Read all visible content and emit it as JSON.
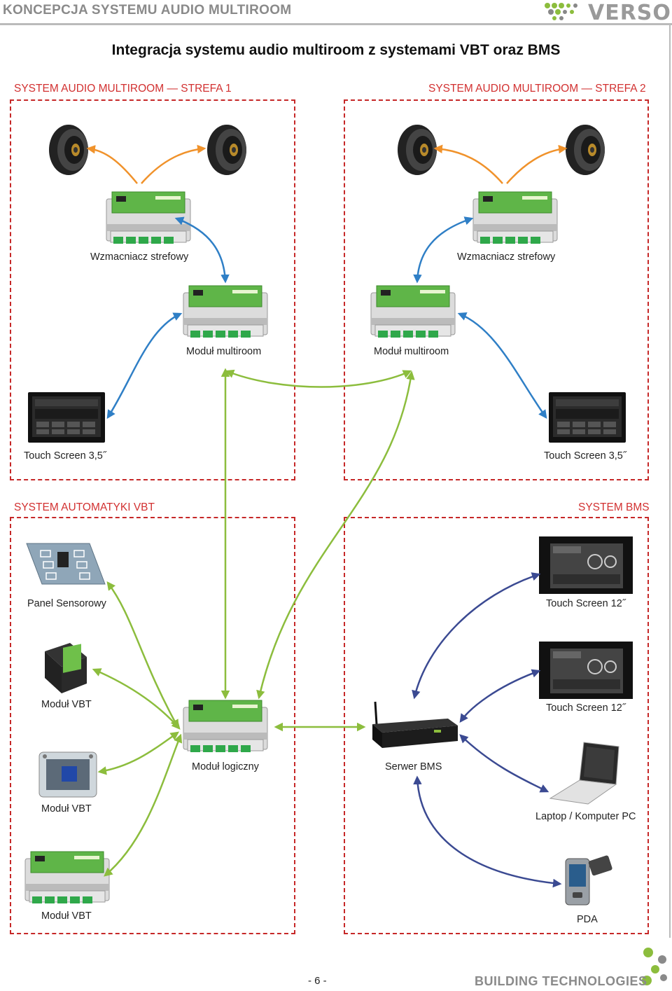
{
  "header": {
    "section_title": "KONCEPCJA SYSTEMU AUDIO MULTIROOM",
    "brand": "VERSO"
  },
  "main_title": "Integracja systemu audio multiroom z systemami VBT oraz BMS",
  "zones": {
    "audio1": "SYSTEM AUDIO MULTIROOM — STREFA 1",
    "audio2": "SYSTEM AUDIO MULTIROOM — STREFA 2",
    "vbt": "SYSTEM AUTOMATYKI VBT",
    "bms": "SYSTEM BMS"
  },
  "devices": {
    "amp1": "Wzmacniacz strefowy",
    "amp2": "Wzmacniacz strefowy",
    "mm1": "Moduł multiroom",
    "mm2": "Moduł multiroom",
    "ts35_1": "Touch Screen 3,5˝",
    "ts35_2": "Touch Screen 3,5˝",
    "panel": "Panel Sensorowy",
    "vbt1": "Moduł VBT",
    "vbt2": "Moduł VBT",
    "vbt3": "Moduł VBT",
    "logic": "Moduł logiczny",
    "server": "Serwer BMS",
    "ts12_1": "Touch Screen 12˝",
    "ts12_2": "Touch Screen 12˝",
    "laptop": "Laptop / Komputer PC",
    "pda": "PDA"
  },
  "footer": {
    "page": "- 6 -",
    "brand": "BUILDING TECHNOLOGIES"
  },
  "colors": {
    "zone_red": "#c62828",
    "speaker_link": "#f0922b",
    "audio_link": "#2f7fc6",
    "vbt_link": "#8cbd3d",
    "bms_link": "#3b4a92",
    "module_green": "#4caf50"
  }
}
